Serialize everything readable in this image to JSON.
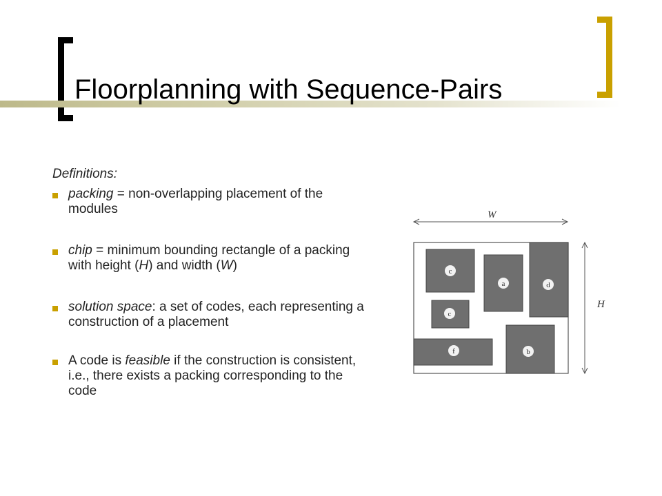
{
  "slide": {
    "title": "Floorplanning with Sequence-Pairs",
    "accent_color": "#c9a000",
    "definitions_label": "Definitions:",
    "bullets": [
      {
        "term": "packing",
        "rest": " = non-overlapping placement of the modules"
      },
      {
        "term": "chip",
        "pre_rest": " = minimum bounding rectangle of a packing with height (",
        "h": "H",
        "mid": ") and width (",
        "w": "W",
        "end": ")"
      },
      {
        "term": "solution space",
        "rest": ": a set of codes, each representing a construction of a placement"
      },
      {
        "pre": "A code is ",
        "term": "feasible",
        "rest": " if the construction is consistent, i.e., there exists a packing corresponding to the code"
      }
    ]
  },
  "diagram": {
    "width_label": "W",
    "height_label": "H",
    "module_color": "#6f6f6f",
    "modules": [
      {
        "label": "c"
      },
      {
        "label": "a"
      },
      {
        "label": "d"
      },
      {
        "label": "c"
      },
      {
        "label": "f"
      },
      {
        "label": "b"
      }
    ]
  }
}
